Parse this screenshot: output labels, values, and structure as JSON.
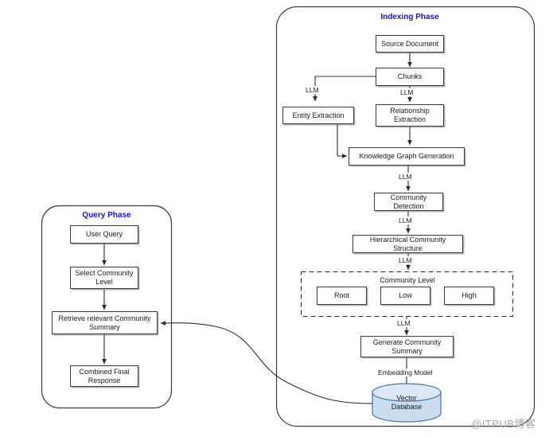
{
  "diagram": {
    "watermark": "@ITPUB博客",
    "colors": {
      "phase_title": "#1414d2",
      "node_border": "#3a3a3a",
      "edge": "#2b2b2b",
      "cylinder_fill": "#c9dcf0",
      "cylinder_top_fill": "#dce8f7",
      "cylinder_stroke": "#4a72a8",
      "watermark": "#a8a8a8"
    },
    "indexing_phase": {
      "title": "Indexing Phase",
      "nodes": [
        {
          "id": "source-document",
          "label": "Source Document"
        },
        {
          "id": "chunks",
          "label": "Chunks"
        },
        {
          "id": "entity-extraction",
          "label": "Entity Extraction"
        },
        {
          "id": "relationship-extraction",
          "label": "Relationship Extraction"
        },
        {
          "id": "knowledge-graph-generation",
          "label": "Knowledge Graph Generation"
        },
        {
          "id": "community-detection",
          "label": "Community Detection"
        },
        {
          "id": "hierarchical-community-structure",
          "label": "Hierarchical Community Structure"
        },
        {
          "id": "generate-community-summary",
          "label": "Generate Community Summary"
        }
      ],
      "community_level_group": {
        "label": "Community Level",
        "levels": [
          {
            "id": "root",
            "label": "Root"
          },
          {
            "id": "low",
            "label": "Low"
          },
          {
            "id": "high",
            "label": "High"
          }
        ]
      },
      "datastore": {
        "id": "vector-database",
        "label_line1": "Vector",
        "label_line2": "Database"
      },
      "edge_labels": {
        "chunks_to_entity": "LLM",
        "chunks_to_relationship": "LLM",
        "kg_to_community_detection": "LLM",
        "detection_to_hierarchical": "LLM",
        "hierarchical_to_level": "LLM",
        "level_to_summary": "LLM",
        "summary_to_vectordb": "Embedding Model"
      }
    },
    "query_phase": {
      "title": "Query Phase",
      "nodes": [
        {
          "id": "user-query",
          "label": "User Query"
        },
        {
          "id": "select-community-level",
          "label": "Select Community Level"
        },
        {
          "id": "retrieve-relevant-community-summary",
          "label": "Retrieve  relevant Community Summary"
        },
        {
          "id": "combined-final-response",
          "label": "Combined Final Response"
        }
      ]
    }
  }
}
